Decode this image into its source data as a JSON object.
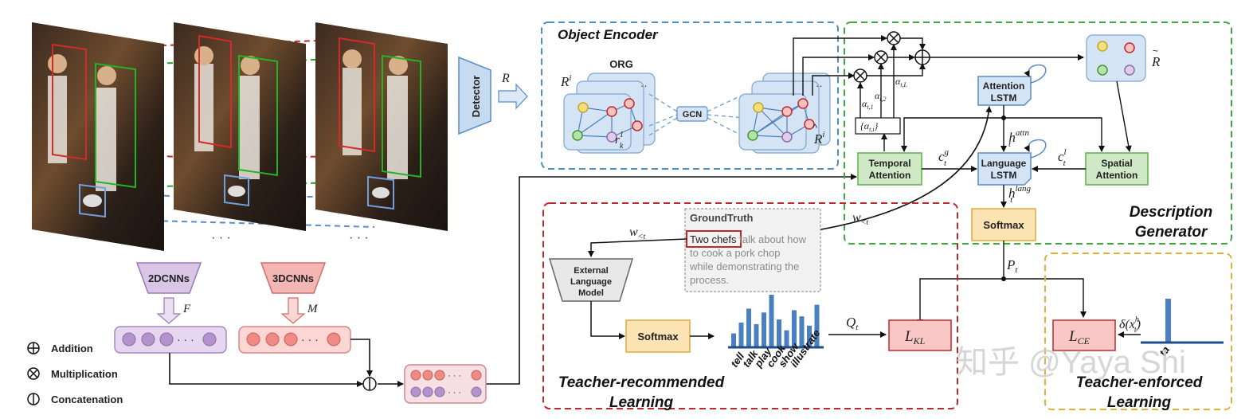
{
  "legend": {
    "addition": "Addition",
    "multiplication": "Multiplication",
    "concatenation": "Concatenation"
  },
  "frames": {
    "ellipsis_1": "· · ·",
    "ellipsis_2": "· · ·"
  },
  "cnn": {
    "cnn2d": "2DCNNs",
    "cnn3d": "3DCNNs",
    "feat_F": "F",
    "feat_M": "M"
  },
  "detector": {
    "label": "Detector",
    "output": "R"
  },
  "object_encoder": {
    "title": "Object Encoder",
    "org": "ORG",
    "gcn": "GCN",
    "r_in": "R",
    "r_in_sup": "i",
    "r_out": "R",
    "r_out_sup": "i",
    "node_r": "r",
    "node_sup": "1",
    "node_sub": "k"
  },
  "description_generator": {
    "title_line1": "Description",
    "title_line2": "Generator",
    "attention_lstm_1": "Attention",
    "attention_lstm_2": "LSTM",
    "language_lstm_1": "Language",
    "language_lstm_2": "LSTM",
    "temporal_1": "Temporal",
    "temporal_2": "Attention",
    "spatial_1": "Spatial",
    "spatial_2": "Attention",
    "softmax": "Softmax",
    "h_attn": "h",
    "h_attn_sup": "attn",
    "h_attn_sub": "t",
    "h_lang": "h",
    "h_lang_sup": "lang",
    "h_lang_sub": "t",
    "c_g": "c",
    "c_g_sup": "g",
    "c_g_sub": "t",
    "c_l": "c",
    "c_l_sup": "l",
    "c_l_sub": "t",
    "alpha_box": "{α",
    "alpha_box_sub": "t,i",
    "alpha_box_end": "}",
    "alpha_1": "α",
    "alpha_1_sub": "t,1",
    "alpha_2": "α",
    "alpha_2_sub": "t,2",
    "alpha_L": "α",
    "alpha_L_sub": "t,L",
    "r_tilde": "R",
    "w_lt": "w",
    "w_lt_sub": "<t",
    "P_t": "P",
    "P_t_sub": "t"
  },
  "teacher_recommended": {
    "title_line1": "Teacher-recommended",
    "title_line2": "Learning",
    "groundtruth_title": "GroundTruth",
    "gt_line1_boxed": "Two chefs",
    "gt_line1_rest": " talk about how",
    "gt_line2": "to cook a pork chop",
    "gt_line3": "while demonstrating the",
    "gt_line4": "process.",
    "elm_1": "External",
    "elm_2": "Language",
    "elm_3": "Model",
    "softmax": "Softmax",
    "w_lt": "w",
    "w_lt_sub": "<t",
    "Q_t": "Q",
    "Q_t_sub": "t",
    "L_KL": "L",
    "L_KL_sub": "KL"
  },
  "teacher_enforced": {
    "title_line1": "Teacher-enforced",
    "title_line2": "Learning",
    "L_CE": "L",
    "L_CE_sub": "CE",
    "delta": "δ(x",
    "delta_sup": "h",
    "delta_sub": "t",
    "delta_end": ")",
    "word": "ta"
  },
  "watermark": "知乎 @Yaya Shi",
  "chart_data": {
    "type": "bar",
    "categories": [
      "tell",
      "talk",
      "play",
      "cook",
      "show",
      "illustrate"
    ],
    "values": [
      0.18,
      0.32,
      0.5,
      0.3,
      0.45,
      0.68,
      0.36,
      0.22,
      0.48,
      0.4,
      0.28,
      0.55
    ],
    "colors": {
      "bar": "#4a7fc1",
      "axis": "#1f4e8c"
    }
  }
}
